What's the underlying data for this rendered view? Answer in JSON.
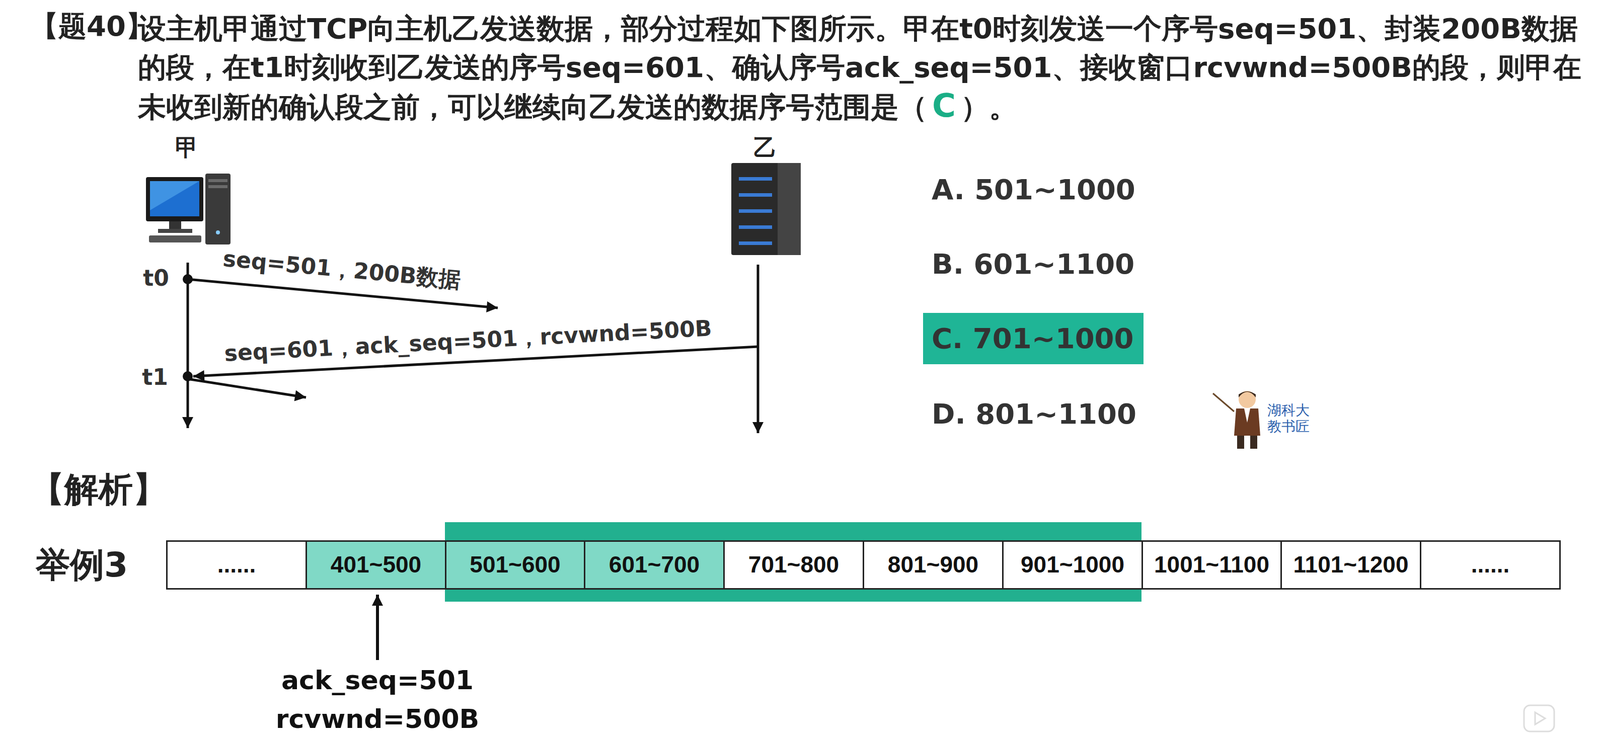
{
  "diagram": {
    "nodes": [
      {
        "text": [
          "C. 701~1000"
        ]
      },
      {
        "text": [
          "......"
        ]
      },
      {
        "text": [
          "401~500"
        ]
      },
      {
        "text": [
          "501~600"
        ]
      },
      {
        "text": [
          "601~700"
        ]
      },
      {
        "text": [
          "701~800"
        ]
      },
      {
        "text": [
          "801~900"
        ]
      },
      {
        "text": [
          "901~1000"
        ]
      },
      {
        "text": [
          "1001~1100"
        ]
      },
      {
        "text": [
          "1101~1200"
        ]
      },
      {
        "text": [
          "......"
        ]
      }
    ],
    "labels": [
      "【题40】",
      "设主机甲通过TCP向主机乙发送数据，部分过程如下图所示。甲在t0时刻发送一个序号seq=501、封装200B数据的段，在t1时刻收到乙发送的序号seq=601、确认序号ack_seq=501、接收窗口rcvwnd=500B的段，则甲在未收到新的确认段之前，可以继续向乙发送的数据序号范围是（",
      "C",
      "）。",
      "甲",
      "乙",
      "t0",
      "seq=501，200B数据",
      "seq=601，ack_seq=501，rcvwnd=500B",
      "t1",
      "A. 501~1000",
      "B. 601~1100",
      "D. 801~1100",
      "湖科大 教书匠",
      "【解析】",
      "举例3",
      "ack_seq=501",
      "rcvwnd=500B"
    ]
  }
}
